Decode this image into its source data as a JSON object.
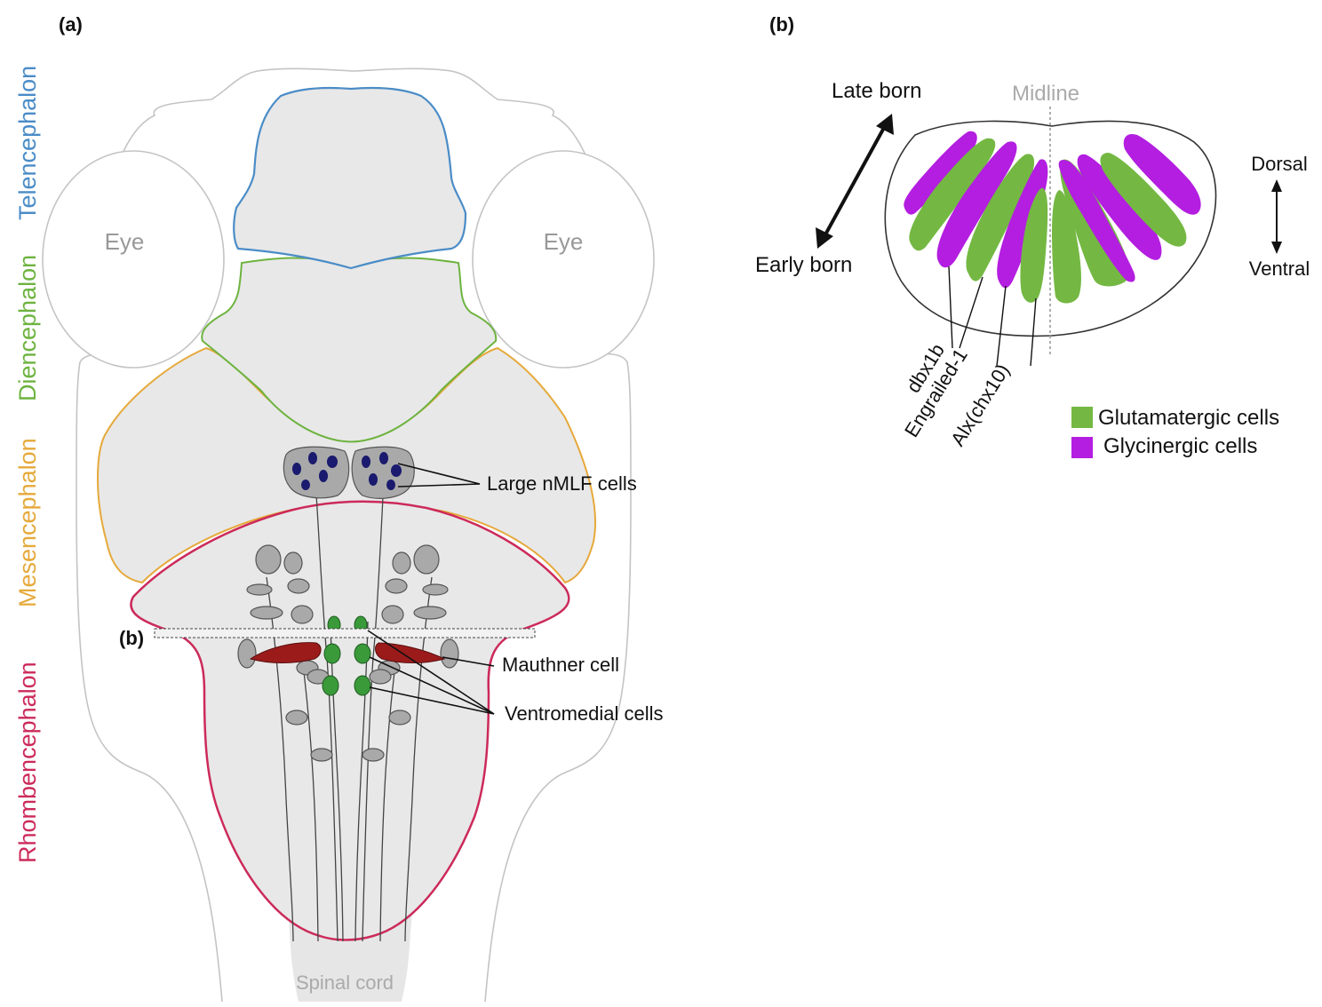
{
  "panel_a": {
    "label": "(a)",
    "regions": {
      "telencephalon": "Telencephalon",
      "diencephalon": "Diencephalon",
      "mesencephalon": "Mesencephalon",
      "rhombencephalon": "Rhombencephalon"
    },
    "eye_left": "Eye",
    "eye_right": "Eye",
    "annotations": {
      "nmlf": "Large nMLF cells",
      "mauthner": "Mauthner cell",
      "ventromedial": "Ventromedial cells",
      "section_marker": "(b)",
      "spinal_cord": "Spinal cord"
    },
    "colors": {
      "telencephalon": "#4a8cc7",
      "diencephalon": "#6db33f",
      "mesencephalon": "#e6a93a",
      "rhombencephalon": "#cc2a5a",
      "mauthner": "#9b1b1b",
      "ventromedial": "#3a9a3a",
      "nmlf_nuclei": "#1a1a6e"
    }
  },
  "panel_b": {
    "label": "(b)",
    "midline": "Midline",
    "late_born": "Late born",
    "early_born": "Early born",
    "dorsal": "Dorsal",
    "ventral": "Ventral",
    "genes": {
      "dbx1b": "dbx1b",
      "engrailed": "Engrailed-1",
      "alx": "Alx(chx10)"
    },
    "legend": [
      {
        "label": "Glutamatergic cells",
        "color": "#74b843"
      },
      {
        "label": "Glycinergic cells",
        "color": "#b31ee0"
      }
    ]
  }
}
